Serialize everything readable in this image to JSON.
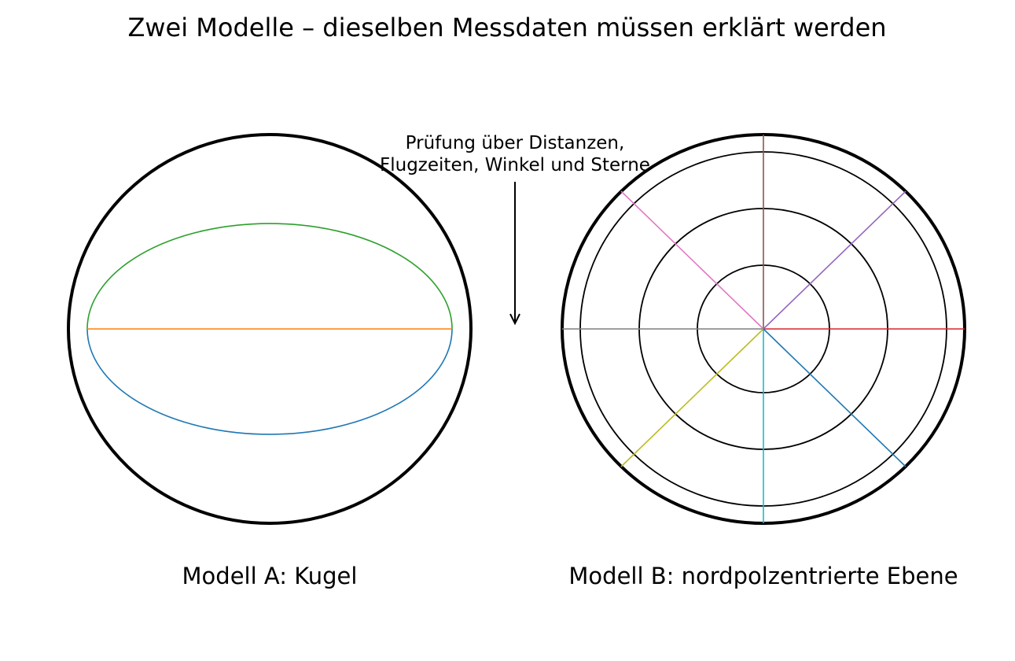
{
  "title": "Zwei Modelle – dieselben Messdaten müssen erklärt werden",
  "annotation": {
    "lines": [
      "Prüfung über Distanzen,",
      "Flugzeiten, Winkel und Sterne"
    ]
  },
  "model_a": {
    "label": "Modell A: Kugel",
    "colors": {
      "outline": "#000000",
      "upper_arc": "#2ca02c",
      "equator": "#ff7f0e",
      "lower_arc": "#1f77b4"
    }
  },
  "model_b": {
    "label": "Modell B: nordpolzentrierte Ebene",
    "colors": {
      "outline": "#000000",
      "rings": "#000000",
      "spokes": [
        "#d62728",
        "#9467bd",
        "#8c564b",
        "#e377c2",
        "#7f7f7f",
        "#bcbd22",
        "#17becf",
        "#1f77b4"
      ]
    }
  }
}
